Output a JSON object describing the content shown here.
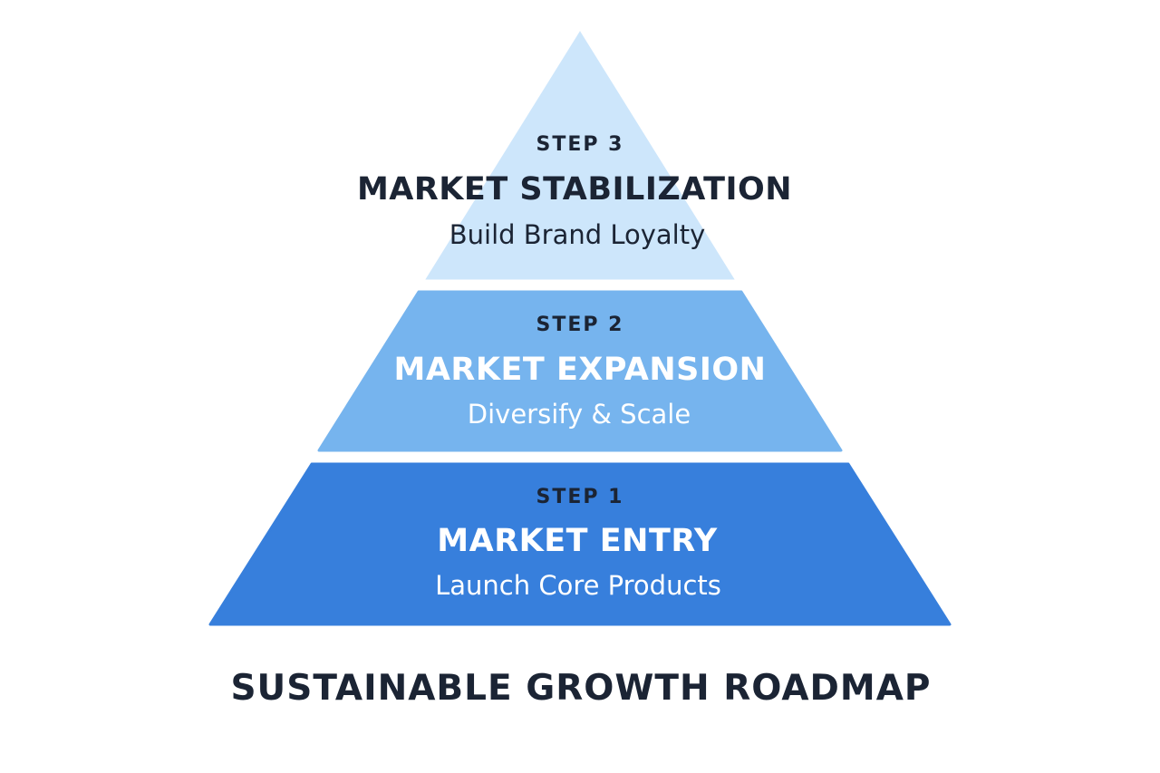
{
  "tiers": [
    {
      "step": "STEP 3",
      "title": "MARKET STABILIZATION",
      "subtitle": "Build Brand Loyalty",
      "fill": "#cde6fb",
      "text_color": "#1b2434"
    },
    {
      "step": "STEP 2",
      "title": "MARKET EXPANSION",
      "subtitle": "Diversify & Scale",
      "fill": "#76b4ee",
      "step_color": "#1b2434",
      "text_color": "#ffffff"
    },
    {
      "step": "STEP 1",
      "title": "MARKET ENTRY",
      "subtitle": "Launch Core Products",
      "fill": "#377fdc",
      "step_color": "#1b2434",
      "text_color": "#ffffff"
    }
  ],
  "footer": {
    "title": "SUSTAINABLE GROWTH ROADMAP",
    "color": "#1b2434"
  }
}
